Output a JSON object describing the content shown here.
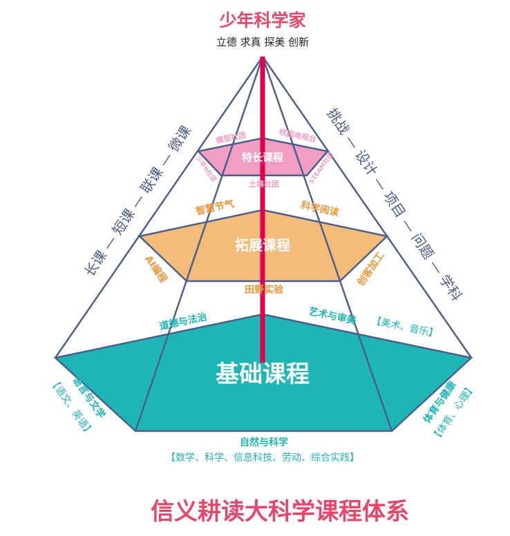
{
  "title": "少年科学家",
  "subtitle": "立德 求真 探美 创新",
  "left_edge": "长课 — 短课 — 联课 — 微课",
  "right_edge": "挑战 — 设计 — 项目 — 问题 — 学科",
  "top": {
    "name": "特长课程",
    "items": [
      "模型社团",
      "校园电视台",
      "少年π社团",
      "STEAM社团",
      "土壤社团"
    ]
  },
  "middle": {
    "name": "拓展课程",
    "items": [
      "智慧节气",
      "科学阅读",
      "AI编程",
      "创客加工",
      "田野实验"
    ]
  },
  "base": {
    "name": "基础课程",
    "items": [
      "道德与法治",
      "艺术与审美",
      "【美术、音乐】",
      "语言与文学",
      "【语文、英语】",
      "体育与健康",
      "【体育、心理】",
      "自然与科学",
      "【数学、科学、信息科技、劳动、综合实践】"
    ]
  },
  "footer": "信义耕读大科学课程体系",
  "colors": {
    "title": "#e8456b",
    "top": "#f19ec2",
    "middle": "#f5bb78",
    "base": "#1eb5b5",
    "axis": "#e0004f",
    "line": "#4a5f8c"
  }
}
